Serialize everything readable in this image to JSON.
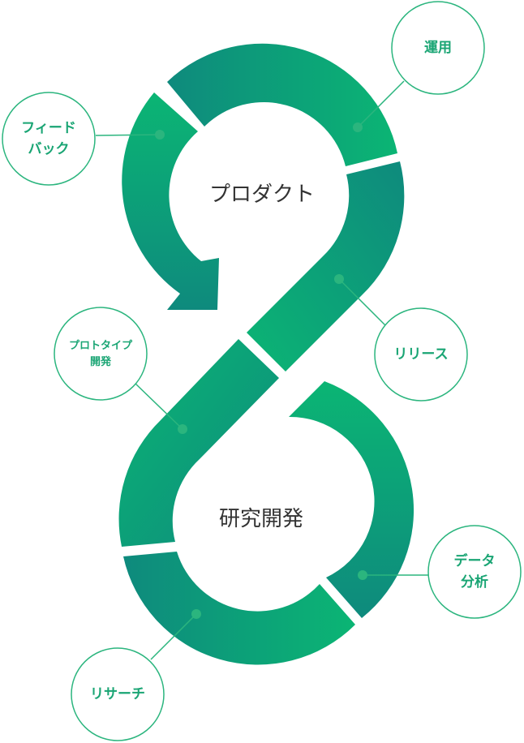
{
  "colors": {
    "green_light": "#0bb574",
    "green_dark": "#0e8a7d",
    "accent": "#1aa574",
    "circle_stroke": "#2bb57e",
    "text_dark": "#333333"
  },
  "loops": {
    "top": {
      "label": "プロダクト"
    },
    "bottom": {
      "label": "研究開発"
    }
  },
  "stages": {
    "operation": {
      "lines": [
        "運用"
      ]
    },
    "feedback": {
      "lines": [
        "フィード",
        "バック"
      ]
    },
    "release": {
      "lines": [
        "リリース"
      ]
    },
    "prototype": {
      "lines": [
        "プロトタイプ",
        "開発"
      ]
    },
    "data_analysis": {
      "lines": [
        "データ",
        "分析"
      ]
    },
    "research": {
      "lines": [
        "リサーチ"
      ]
    }
  }
}
